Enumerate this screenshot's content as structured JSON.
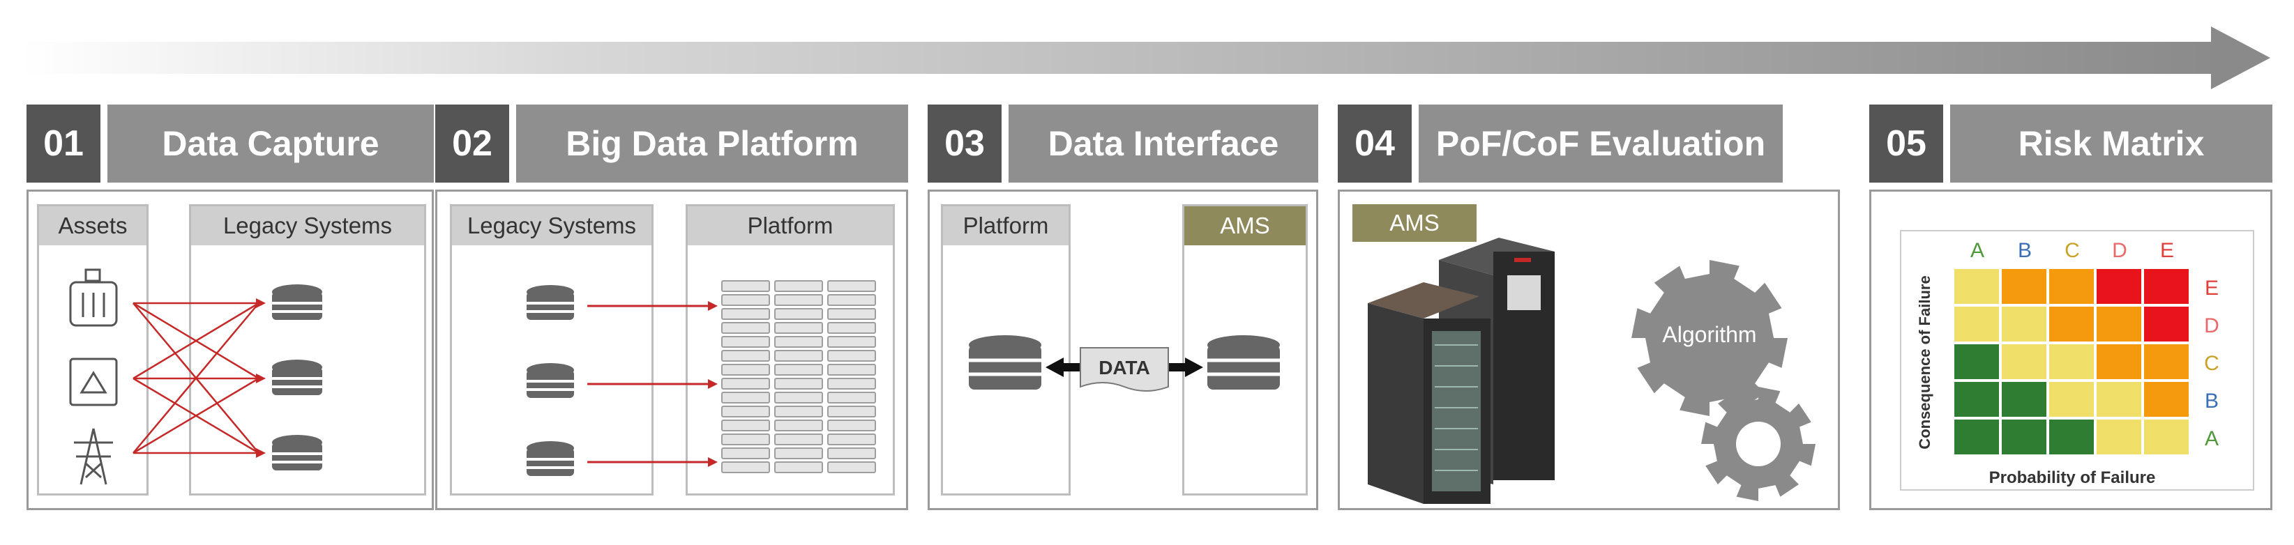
{
  "stages": [
    {
      "number": "01",
      "title": "Data Capture",
      "columns": [
        "Assets",
        "Legacy Systems"
      ]
    },
    {
      "number": "02",
      "title": "Big Data Platform",
      "columns": [
        "Legacy Systems",
        "Platform"
      ]
    },
    {
      "number": "03",
      "title": "Data Interface",
      "columns": [
        "Platform",
        "AMS"
      ],
      "data_label": "DATA"
    },
    {
      "number": "04",
      "title": "PoF/CoF Evaluation",
      "ams_label": "AMS",
      "gear_label": "Algorithm"
    },
    {
      "number": "05",
      "title": "Risk Matrix",
      "matrix": {
        "columns": [
          "A",
          "B",
          "C",
          "D",
          "E"
        ],
        "rows": [
          "E",
          "D",
          "C",
          "B",
          "A"
        ],
        "xlabel": "Probability of Failure",
        "ylabel": "Consequence of Failure",
        "cells": [
          [
            "yellow",
            "orange",
            "orange",
            "red",
            "red"
          ],
          [
            "yellow",
            "yellow",
            "orange",
            "orange",
            "red"
          ],
          [
            "green",
            "yellow",
            "yellow",
            "orange",
            "orange"
          ],
          [
            "green",
            "green",
            "yellow",
            "yellow",
            "orange"
          ],
          [
            "green",
            "green",
            "green",
            "yellow",
            "yellow"
          ]
        ]
      }
    }
  ],
  "colors": {
    "green": "#2e7d32",
    "yellow": "#f0e06a",
    "orange": "#f59a0c",
    "red": "#e8131b",
    "col_A": "#4e9a3a",
    "col_B": "#3a6fb5",
    "col_C": "#c9a227",
    "col_D": "#e96a6a",
    "col_E": "#e0403a"
  }
}
